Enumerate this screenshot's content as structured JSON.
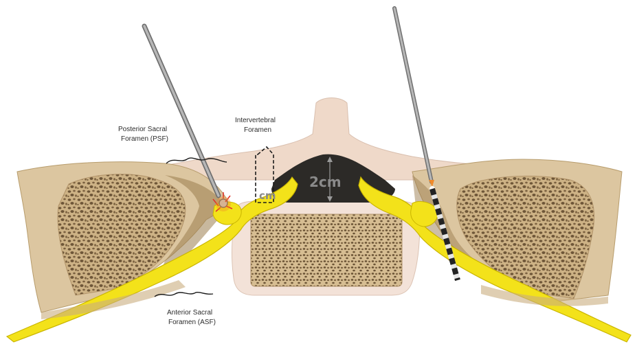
{
  "labels": {
    "psf_line1": "Posterior Sacral",
    "psf_line2": "Foramen (PSF)",
    "ivf_line1": "Intervertebral",
    "ivf_line2": "Foramen",
    "asf_line1": "Anterior Sacral",
    "asf_line2": "Foramen (ASF)",
    "measure_2cm": "2cm",
    "measure_cm": "cm"
  },
  "icons": {
    "left_needle": "needle-icon",
    "right_needle": "marked-probe-icon"
  },
  "colors": {
    "bone_outer": "#d8c29a",
    "bone_cancellous": "#c9ad7f",
    "bone_pores": "#6e5638",
    "nerve": "#f3e21a",
    "nerve_edge": "#c9b400",
    "canal_dark": "#2c2a27",
    "disc_pink": "#f2ddd2",
    "ligament": "#e9d6a6",
    "needle": "#9a9a9a"
  }
}
